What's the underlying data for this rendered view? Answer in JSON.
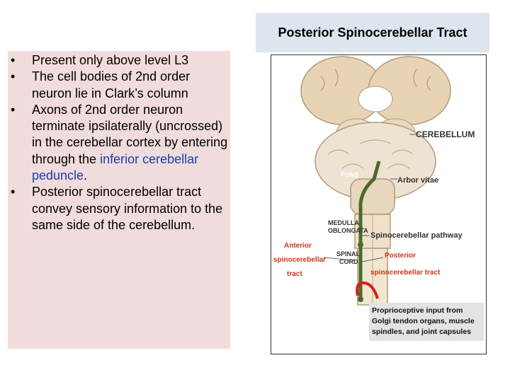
{
  "title": "Posterior Spinocerebellar Tract",
  "bullets": [
    {
      "text": "Present only above level L3"
    },
    {
      "text": "The cell bodies of 2nd order neuron lie in Clark’s column"
    },
    {
      "text_before": "Axons of 2nd order neuron terminate ipsilaterally (uncrossed) in the cerebellar cortex by entering through the ",
      "link": "inferior cerebellar peduncle",
      "text_after": "."
    },
    {
      "text": "Posterior spinocerebellar tract convey sensory information to the same side of the cerebellum."
    }
  ],
  "figure": {
    "labels": {
      "cerebellum": "CEREBELLUM",
      "pons": "PONS",
      "arbor_vitae": "Arbor vitae",
      "medulla_1": "MEDULLA",
      "medulla_2": "OBLONGATA",
      "spino_pathway": "Spinocerebellar pathway",
      "anterior_1": "Anterior",
      "anterior_2": "spinocerebellar",
      "anterior_3": "tract",
      "spinal_1": "SPINAL",
      "spinal_2": "CORD",
      "posterior_1": "Posterior",
      "posterior_2": "spinocerebellar tract",
      "proprio_1": "Proprioceptive input from",
      "proprio_2": "Golgi tendon organs, muscle",
      "proprio_3": "spindles, and joint capsules"
    }
  }
}
